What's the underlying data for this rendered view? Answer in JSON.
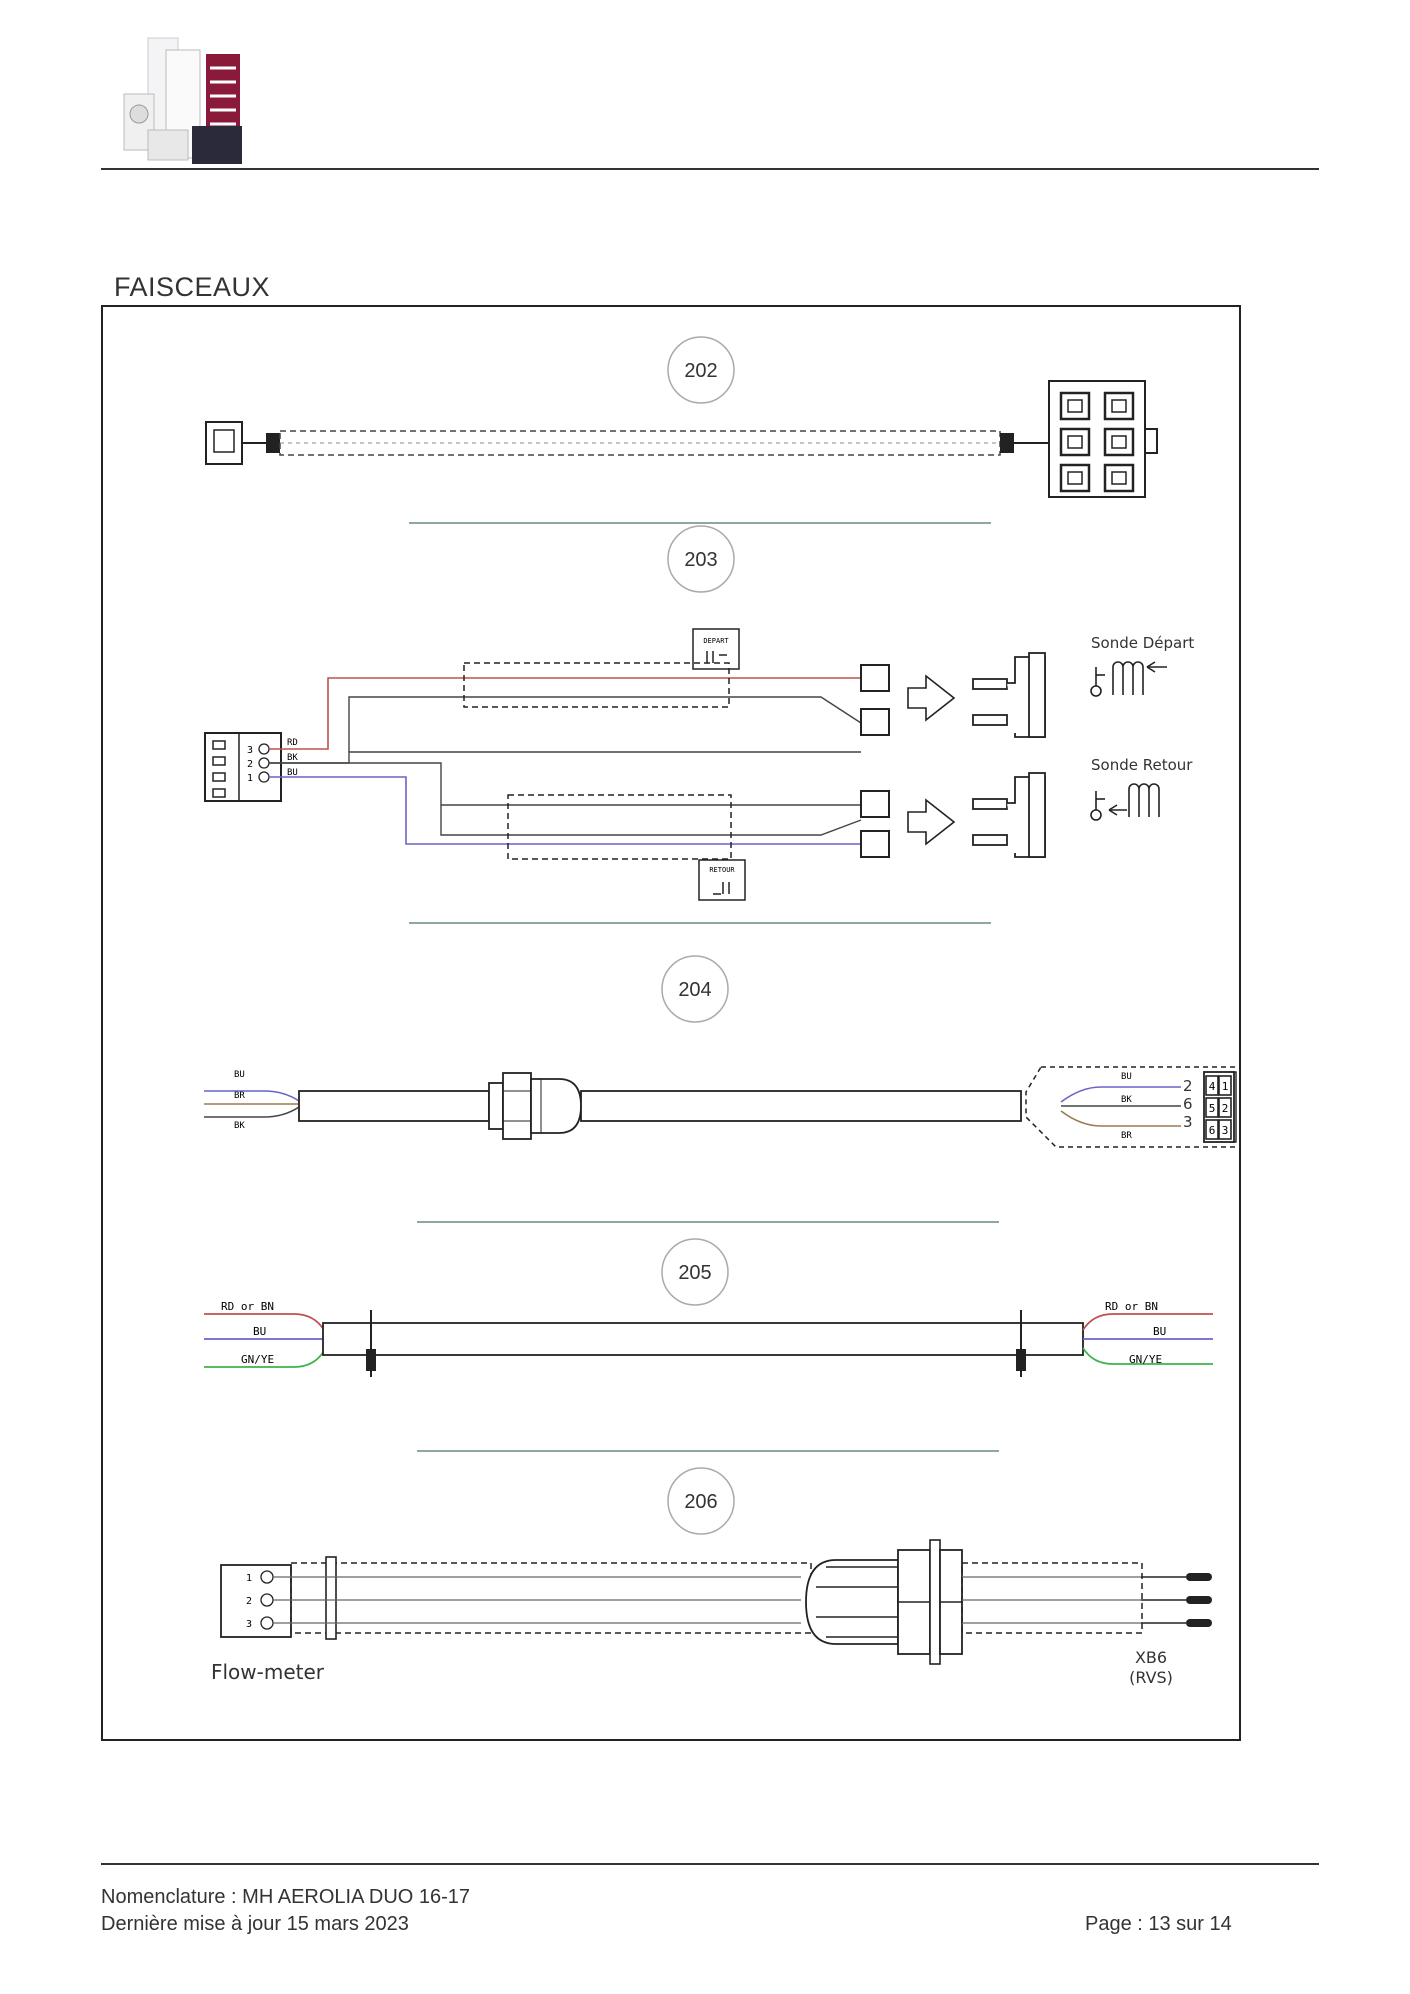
{
  "section_title": "FAISCEAUX",
  "harnesses": [
    {
      "id": "202"
    },
    {
      "id": "203",
      "labels": {
        "depart_tag": "DEPART",
        "retour_tag": "RETOUR",
        "sonde_depart": "Sonde Départ",
        "sonde_retour": "Sonde Retour",
        "pins": [
          "3",
          "2",
          "1"
        ],
        "wires": [
          "RD",
          "BK",
          "BU"
        ]
      }
    },
    {
      "id": "204",
      "labels": {
        "left_wires": [
          "BU",
          "BR",
          "BK"
        ],
        "right_wires": [
          "BU",
          "BK",
          "BR"
        ],
        "right_pins": [
          "2",
          "6",
          "3"
        ],
        "connector_cells": [
          "4",
          "1",
          "5",
          "2",
          "6",
          "3"
        ]
      }
    },
    {
      "id": "205",
      "labels": {
        "wires": [
          "RD or BN",
          "BU",
          "GN/YE"
        ]
      }
    },
    {
      "id": "206",
      "labels": {
        "pins": [
          "1",
          "2",
          "3"
        ],
        "left_caption": "Flow-meter",
        "right_caption_1": "XB6",
        "right_caption_2": "(RVS)"
      }
    }
  ],
  "colors": {
    "red": "#c0504d",
    "blue": "#6a64c8",
    "brown": "#9a7a50",
    "green": "#3cb44b",
    "separator": "#6b8a7a"
  },
  "footer": {
    "nomenclature": "Nomenclature : MH AEROLIA DUO 16-17",
    "updated": "Dernière mise à jour 15 mars 2023",
    "page": "Page : 13 sur 14"
  }
}
